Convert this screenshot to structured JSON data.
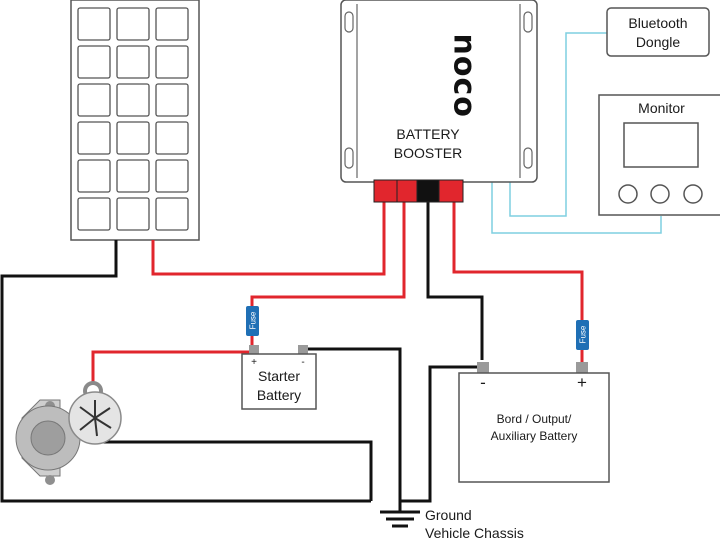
{
  "booster": {
    "brand": "noco",
    "label_line1": "BATTERY",
    "label_line2": "BOOSTER"
  },
  "bluetooth": {
    "line1": "Bluetooth",
    "line2": "Dongle"
  },
  "monitor": {
    "label": "Monitor"
  },
  "fuse_label": "Fuse",
  "starter_battery": {
    "plus": "+",
    "minus": "-",
    "line1": "Starter",
    "line2": "Battery"
  },
  "aux_battery": {
    "minus": "-",
    "plus": "+",
    "line1": "Bord / Output/",
    "line2": "Auxiliary Battery"
  },
  "ground": {
    "line1": "Ground",
    "line2": "Vehicle Chassis"
  },
  "colors": {
    "positive": "#e1262d",
    "negative": "#111111",
    "data": "#7fcfe0",
    "fuse": "#1f6fb5",
    "terminal": "#9a9a9a"
  }
}
